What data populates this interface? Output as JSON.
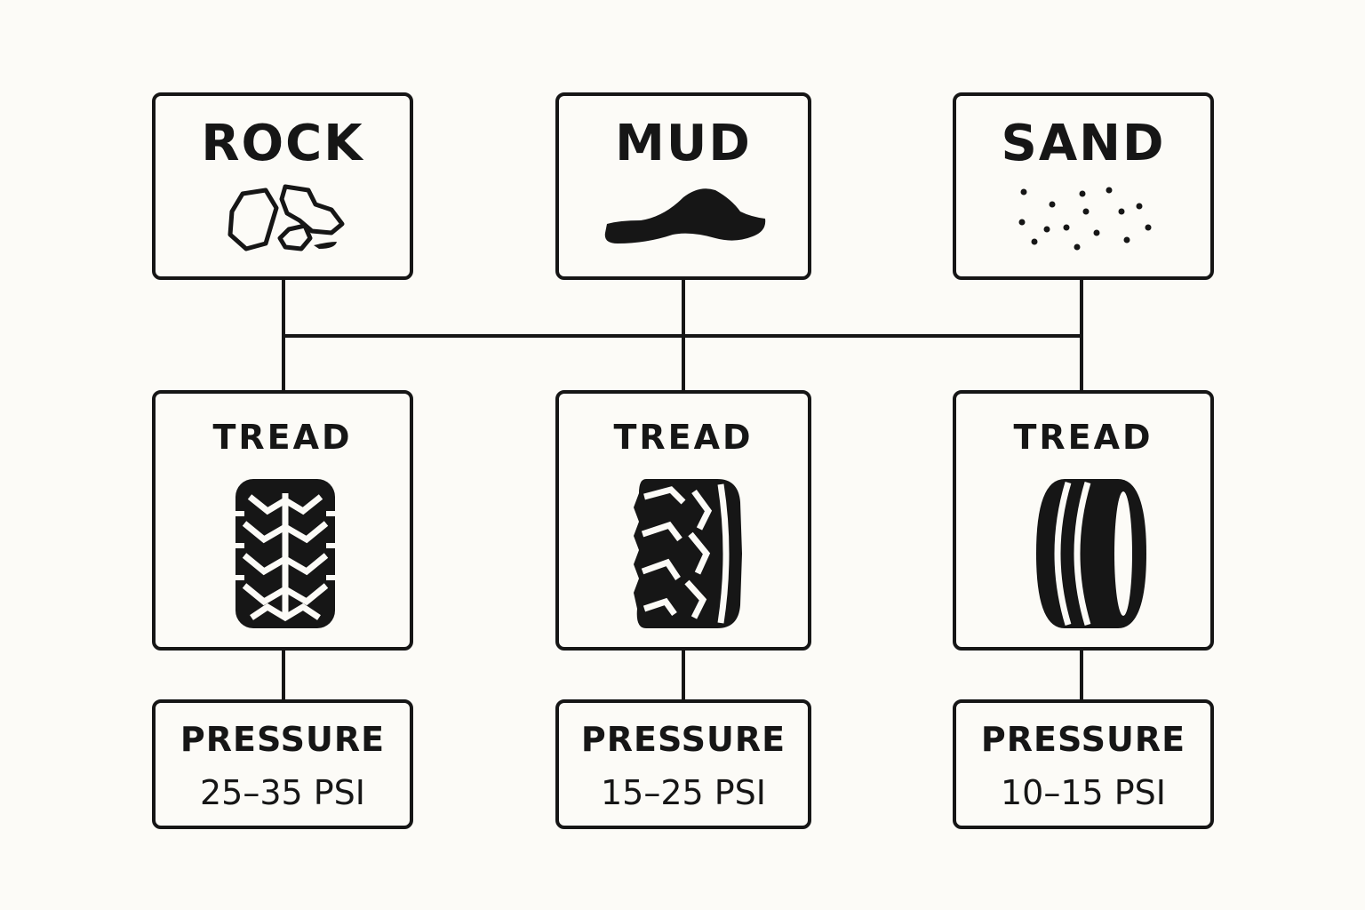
{
  "terrains": [
    {
      "label": "ROCK",
      "icon": "rock-icon"
    },
    {
      "label": "MUD",
      "icon": "mud-icon"
    },
    {
      "label": "SAND",
      "icon": "sand-icon"
    }
  ],
  "treads": [
    {
      "label": "TREAD",
      "icon": "rock-tread-tire-icon"
    },
    {
      "label": "TREAD",
      "icon": "mud-tread-tire-icon"
    },
    {
      "label": "TREAD",
      "icon": "sand-tread-tire-icon"
    }
  ],
  "pressures": [
    {
      "label": "PRESSURE",
      "value": "25–35 PSI"
    },
    {
      "label": "PRESSURE",
      "value": "15–25 PSI"
    },
    {
      "label": "PRESSURE",
      "value": "10–15 PSI"
    }
  ],
  "colors": {
    "ink": "#161616",
    "background": "#fcfbf7"
  }
}
